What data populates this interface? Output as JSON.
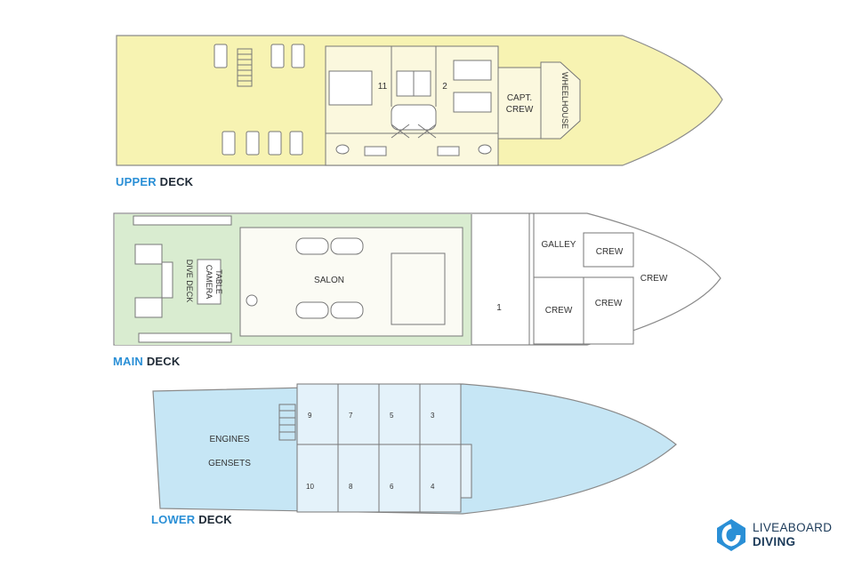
{
  "decks": {
    "upper": {
      "highlight": "UPPER",
      "suffix": " DECK",
      "fill": "#f7f3b2"
    },
    "main": {
      "highlight": "MAIN",
      "suffix": " DECK",
      "fill": "#d9ecd0"
    },
    "lower": {
      "highlight": "LOWER",
      "suffix": " DECK",
      "fill": "#c6e6f5"
    }
  },
  "rooms": {
    "upper": {
      "cabin11": "11",
      "cabin2": "2",
      "capt_crew_1": "CAPT.",
      "capt_crew_2": "CREW",
      "wheelhouse": "WHEELHOUSE"
    },
    "main": {
      "galley": "GALLEY",
      "crew_a": "CREW",
      "crew_b": "CREW",
      "crew_c": "CREW",
      "crew_d": "CREW",
      "salon": "SALON",
      "cabin1": "1",
      "dive_deck": "DIVE DECK",
      "camera_table_1": "CAMERA",
      "camera_table_2": "TABLE"
    },
    "lower": {
      "engines": "ENGINES",
      "gensets": "GENSETS",
      "cabins_top": [
        "9",
        "7",
        "5",
        "3"
      ],
      "cabins_bottom": [
        "10",
        "8",
        "6",
        "4"
      ]
    }
  },
  "brand": {
    "line1": "LIVEABOARD",
    "line2": "DIVING",
    "color": "#2a8fd6"
  },
  "colors": {
    "outline": "#8a8a8a",
    "wall": "#777777"
  }
}
